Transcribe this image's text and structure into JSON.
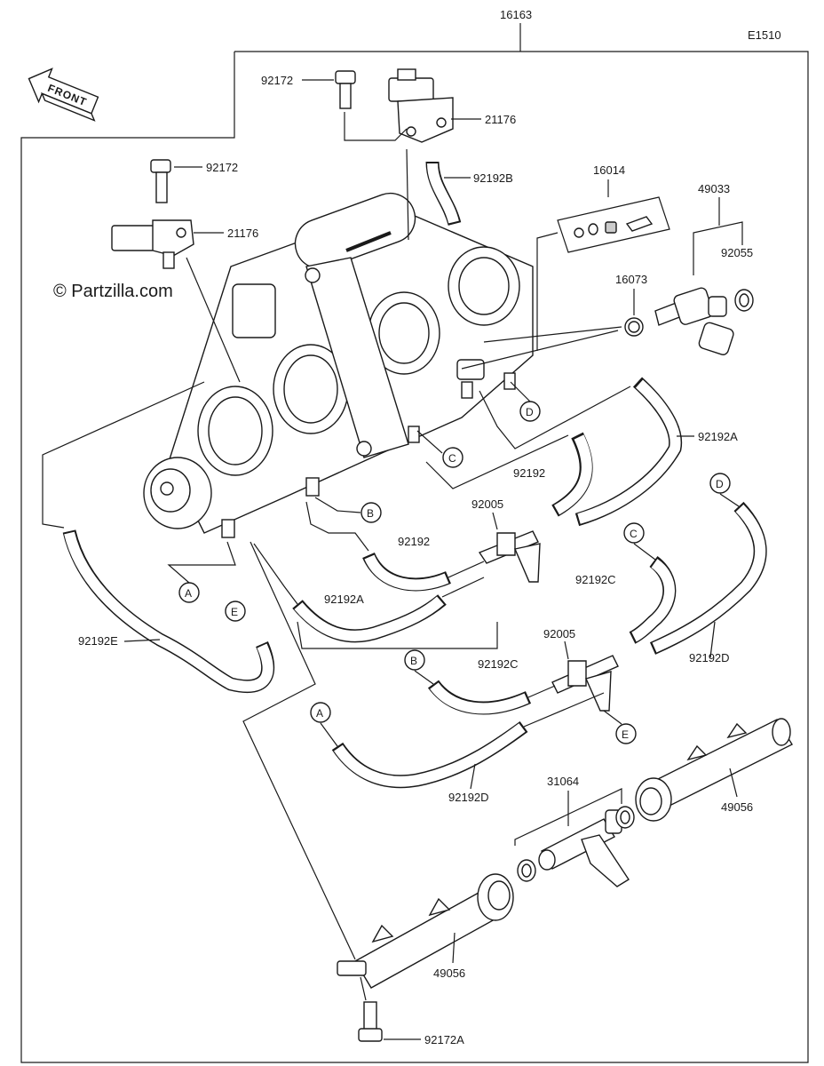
{
  "diagram_code": "E1510",
  "watermark": "© Partzilla.com",
  "front_label": "FRONT",
  "parts": {
    "assembly": "16163",
    "screw_top": "92172",
    "screw_left": "92172",
    "sensor_top": "21176",
    "sensor_left": "21176",
    "hose_92192B": "92192B",
    "kit_16014": "16014",
    "injector": "49033",
    "oring_92055": "92055",
    "oring_16073": "16073",
    "hose_92192A_upper": "92192A",
    "hose_92192_upper": "92192",
    "joint_upper": "92005",
    "hose_92192_lower": "92192",
    "hose_92192A_lower": "92192A",
    "hose_92192C_right": "92192C",
    "joint_lower": "92005",
    "hose_92192D_right": "92192D",
    "hose_92192C_left": "92192C",
    "hose_92192E": "92192E",
    "hose_92192D_lower": "92192D",
    "joint_31064": "31064",
    "pipe_right": "49056",
    "pipe_left": "49056",
    "screw_bottom": "92172A"
  },
  "callouts": {
    "A1": "A",
    "B1": "B",
    "C1": "C",
    "D1": "D",
    "A2": "A",
    "B2": "B",
    "C2": "C",
    "D2": "D",
    "E1": "E",
    "E2": "E"
  }
}
